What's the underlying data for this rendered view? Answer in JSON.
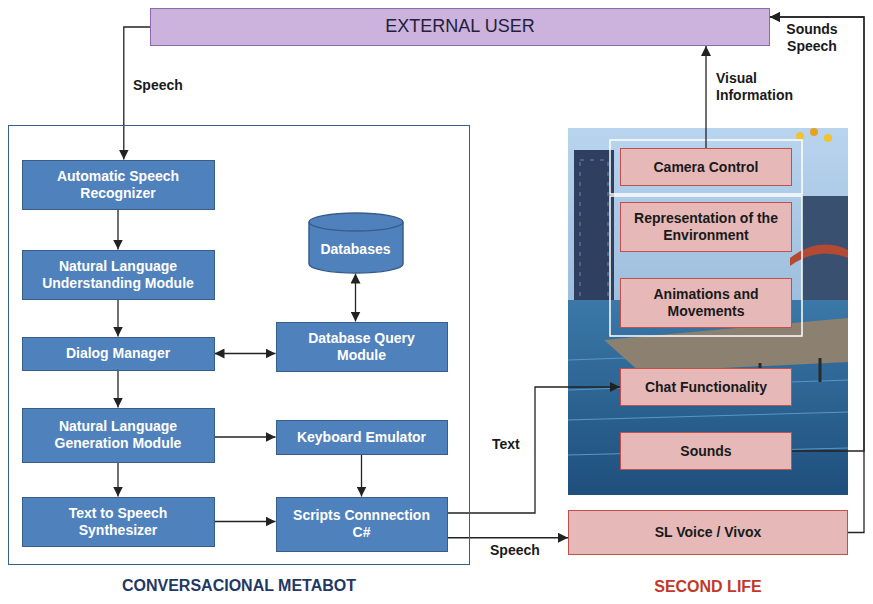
{
  "diagram": {
    "nodes": [
      {
        "text": [
          "EXTERNAL USER"
        ]
      },
      {
        "text": [
          "CONVERSACIONAL METABOT"
        ]
      },
      {
        "text": [
          "Automatic Speech Recognizer"
        ],
        "in": 1
      },
      {
        "text": [
          "Natural Language Understanding Module"
        ],
        "in": 1
      },
      {
        "text": [
          "Databases"
        ],
        "in": 1
      },
      {
        "text": [
          "Dialog Manager"
        ],
        "in": 1
      },
      {
        "text": [
          "Database Query Module"
        ],
        "in": 1
      },
      {
        "text": [
          "Natural Language Generation Module"
        ],
        "in": 1
      },
      {
        "text": [
          "Keyboard Emulator"
        ],
        "in": 1
      },
      {
        "text": [
          "Text to Speech Synthesizer"
        ],
        "in": 1
      },
      {
        "text": [
          "Scripts Connnection C#"
        ],
        "in": 1
      },
      {
        "text": [
          "Camera Control"
        ]
      },
      {
        "text": [
          "Representation of the Environment"
        ]
      },
      {
        "text": [
          "Animations and Movements"
        ]
      },
      {
        "text": [
          "Chat Functionality"
        ]
      },
      {
        "text": [
          "Sounds"
        ]
      },
      {
        "text": [
          "SL Voice / Vivox"
        ]
      }
    ],
    "edges": [
      {
        "from": 0,
        "to": 2,
        "label": "Speech",
        "arrow": "to"
      },
      {
        "from": 2,
        "to": 3,
        "arrow": "to"
      },
      {
        "from": 3,
        "to": 5,
        "arrow": "to"
      },
      {
        "from": 5,
        "to": 6,
        "arrow": "both"
      },
      {
        "from": 4,
        "to": 6,
        "arrow": "both"
      },
      {
        "from": 5,
        "to": 7,
        "arrow": "to"
      },
      {
        "from": 7,
        "to": 8,
        "arrow": "to"
      },
      {
        "from": 7,
        "to": 9,
        "arrow": "to"
      },
      {
        "from": 8,
        "to": 10,
        "arrow": "to"
      },
      {
        "from": 9,
        "to": 10,
        "arrow": "to"
      },
      {
        "from": 10,
        "to": 14,
        "label": "Text",
        "arrow": "to"
      },
      {
        "from": 10,
        "to": 16,
        "label": "Speech",
        "arrow": "to"
      },
      {
        "from": 11,
        "to": 0,
        "label": "Visual Information",
        "arrow": "to"
      },
      {
        "from": 15,
        "to": 0,
        "label": "Sounds Speech",
        "arrow": "to"
      },
      {
        "from": 16,
        "to": 0,
        "arrow": "to"
      }
    ],
    "labels": [
      "SECOND LIFE"
    ]
  }
}
